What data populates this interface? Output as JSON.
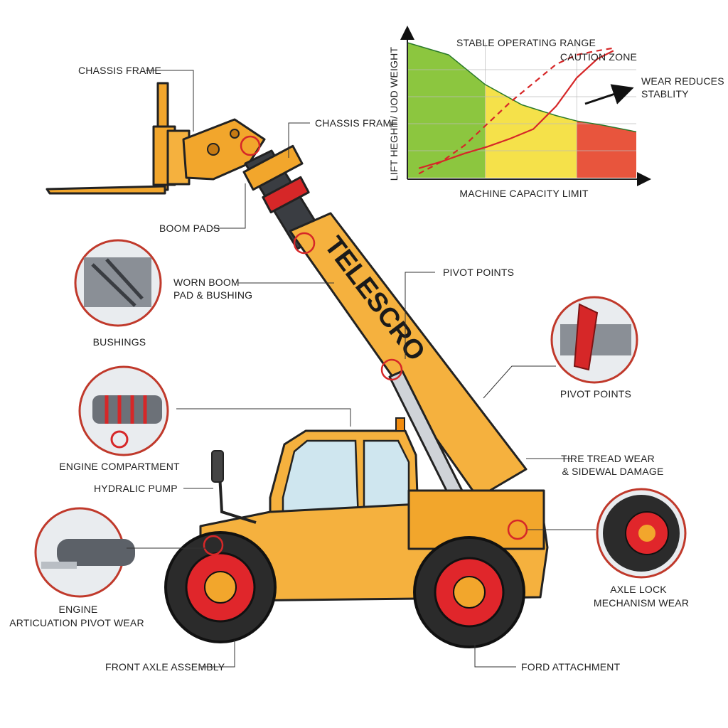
{
  "brand_text": "TELESCRO",
  "labels": {
    "chassis_frame_left": "CHASSIS FRAME",
    "chassis_frame_top": "CHASSIS FRAME",
    "boom_pads": "BOOM PADS",
    "worn_boom_line1": "WORN BOOM",
    "worn_boom_line2": "PAD & BUSHING",
    "bushings": "BUSHINGS",
    "pivot_points_top": "PIVOT POINTS",
    "pivot_points_right": "PIVOT POINTS",
    "engine_compartment": "ENGINE COMPARTMENT",
    "hydraulic_pump": "HYDRALIC PUMP",
    "tire_line1": "TIRE TREAD WEAR",
    "tire_line2": "& SIDEWAL DAMAGE",
    "engine_line1": "ENGINE",
    "engine_line2": "ARTICUATION PIVOT WEAR",
    "axle_line1": "AXLE LOCK",
    "axle_line2": "MECHANISM WEAR",
    "front_axle": "FRONT AXLE ASSEMBLY",
    "ford_attachment": "FORD ATTACHMENT"
  },
  "chart_data": {
    "type": "area",
    "title": "STABLE OPERATING RANGE",
    "xlabel": "MACHINE CAPACITY LIMIT",
    "ylabel": "LIFT HEGHT / UOD WEIGHT",
    "xlim": [
      0,
      10
    ],
    "ylim": [
      0,
      10
    ],
    "zones": [
      {
        "name": "stable",
        "from": 0,
        "to": 3.4,
        "color": "#8cc63f"
      },
      {
        "name": "caution",
        "from": 3.4,
        "to": 7.4,
        "color": "#f5e14a"
      },
      {
        "name": "limit",
        "from": 7.4,
        "to": 10,
        "color": "#e8553d"
      }
    ],
    "annotations": [
      "CAUTION ZONE",
      "WEAR REDUCES",
      "STABLITY"
    ],
    "boundary": {
      "x": [
        0,
        1.8,
        3.4,
        5.0,
        6.5,
        7.4,
        8.5,
        10
      ],
      "y": [
        10,
        9.1,
        6.9,
        5.4,
        4.6,
        4.2,
        3.9,
        3.4
      ]
    },
    "series": [
      {
        "style": "solid",
        "color": "#d62728",
        "x": [
          0.5,
          1.5,
          2.5,
          3.5,
          4.5,
          5.5,
          6.5,
          7.4,
          8.3,
          9.0
        ],
        "y": [
          0.7,
          1.2,
          1.8,
          2.3,
          2.9,
          3.6,
          5.3,
          7.4,
          8.8,
          9.4
        ]
      },
      {
        "style": "dashed",
        "color": "#d62728",
        "x": [
          0.5,
          1.5,
          2.5,
          3.5,
          4.5,
          5.5,
          6.5,
          7.4,
          8.3,
          9.0
        ],
        "y": [
          0.3,
          1.2,
          2.4,
          4.0,
          5.6,
          7.0,
          8.4,
          9.1,
          9.4,
          9.6
        ]
      }
    ]
  }
}
